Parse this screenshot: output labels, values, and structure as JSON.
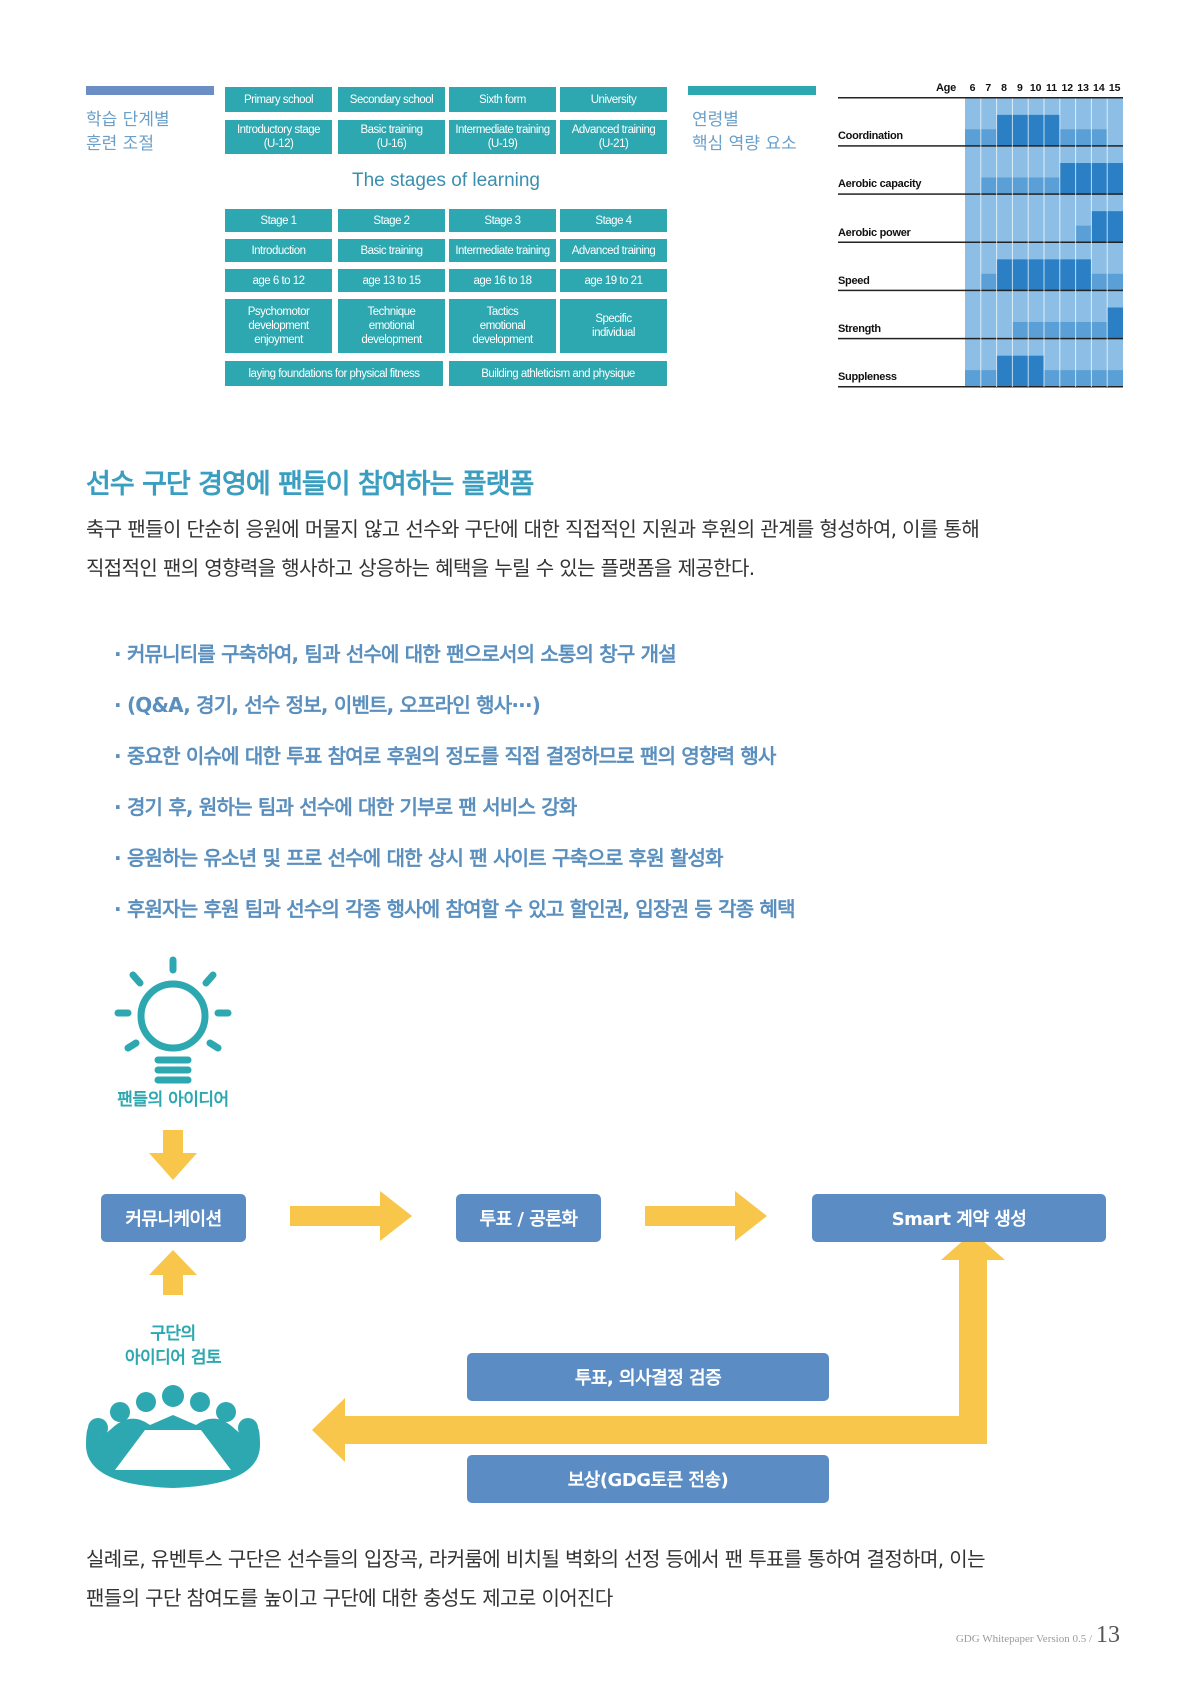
{
  "left_panel": {
    "label_lines": [
      "학습 단계별",
      "훈련 조절"
    ]
  },
  "stages": {
    "title": "The stages of learning",
    "top_rows": [
      [
        "Primary school",
        "Secondary school",
        "Sixth form",
        "University"
      ],
      [
        "Introductory stage\n(U-12)",
        "Basic training\n(U-16)",
        "Intermediate training\n(U-19)",
        "Advanced training\n(U-21)"
      ]
    ],
    "bottom_rows": [
      [
        "Stage 1",
        "Stage 2",
        "Stage 3",
        "Stage 4"
      ],
      [
        "Introduction",
        "Basic training",
        "Intermediate training",
        "Advanced training"
      ],
      [
        "age 6 to 12",
        "age 13 to 15",
        "age 16 to 18",
        "age 19 to 21"
      ],
      [
        "Psychomotor\ndevelopment\nenjoyment",
        "Technique\nemotional\ndevelopment",
        "Tactics\nemotional\ndevelopment",
        "Specific\nindividual"
      ]
    ],
    "foundation": [
      "laying foundations for physical fitness",
      "Building athleticism and physique"
    ]
  },
  "age_panel": {
    "label_lines": [
      "연령별",
      "핵심 역량 요소"
    ],
    "header": "Age",
    "ages": [
      "6",
      "7",
      "8",
      "9",
      "10",
      "11",
      "12",
      "13",
      "14",
      "15"
    ],
    "rows": [
      {
        "name": "Coordination",
        "levels": [
          1,
          1,
          2,
          2,
          2,
          2,
          1,
          1,
          1,
          0
        ]
      },
      {
        "name": "Aerobic capacity",
        "levels": [
          0,
          1,
          1,
          1,
          1,
          1,
          2,
          2,
          2,
          2
        ]
      },
      {
        "name": "Aerobic power",
        "levels": [
          0,
          0,
          0,
          0,
          0,
          0,
          0,
          1,
          2,
          2
        ]
      },
      {
        "name": "Speed",
        "levels": [
          0,
          1,
          2,
          2,
          2,
          2,
          2,
          2,
          1,
          1
        ]
      },
      {
        "name": "Strength",
        "levels": [
          0,
          0,
          0,
          1,
          1,
          1,
          1,
          1,
          1,
          2
        ]
      },
      {
        "name": "Suppleness",
        "levels": [
          1,
          1,
          2,
          2,
          2,
          1,
          1,
          1,
          1,
          1
        ]
      }
    ],
    "colors": {
      "low": "#8dbfe6",
      "mid": "#5aa0d6",
      "high": "#2b7fc4"
    }
  },
  "section": {
    "heading": "선수 구단 경영에 팬들이 참여하는 플랫폼",
    "intro_lines": [
      "축구 팬들이 단순히 응원에 머물지 않고 선수와 구단에 대한 직접적인 지원과 후원의 관계를 형성하여, 이를 통해",
      "직접적인 팬의 영향력을 행사하고 상응하는 혜택을 누릴 수 있는 플랫폼을 제공한다."
    ],
    "bullets": [
      "· 커뮤니티를 구축하여, 팀과 선수에 대한 팬으로서의 소통의 창구 개설",
      "· (Q&A, 경기, 선수 정보, 이벤트, 오프라인 행사···)",
      "· 중요한 이슈에 대한 투표 참여로 후원의 정도를 직접 결정하므로 팬의 영향력 행사",
      "· 경기 후, 원하는 팀과 선수에 대한 기부로 팬 서비스 강화",
      "· 응원하는 유소년 및 프로 선수에 대한 상시 팬 사이트 구축으로 후원 활성화",
      "· 후원자는 후원 팀과 선수의 각종 행사에 참여할 수 있고 할인권, 입장권 등 각종 혜택"
    ]
  },
  "diagram": {
    "fan_idea": "팬들의 아이디어",
    "communication": "커뮤니케이션",
    "vote": "투표 / 공론화",
    "smart": "Smart 계약 생성",
    "club_review_lines": [
      "구단의",
      "아이디어 검토"
    ],
    "verify": "투표, 의사결정 검증",
    "reward": "보상(GDG토큰 전송)",
    "colors": {
      "teal": "#2da8b0",
      "blue": "#5b8cc4",
      "arrow": "#f7c64a"
    }
  },
  "closing": {
    "lines": [
      "실례로, 유벤투스 구단은 선수들의 입장곡, 라커룸에 비치될 벽화의 선정 등에서 팬 투표를 통하여 결정하며, 이는",
      "팬들의 구단 참여도를 높이고 구단에 대한 충성도 제고로 이어진다"
    ]
  },
  "footer": {
    "doc": "GDG Whitepaper Version 0.5 /",
    "page": "13"
  }
}
